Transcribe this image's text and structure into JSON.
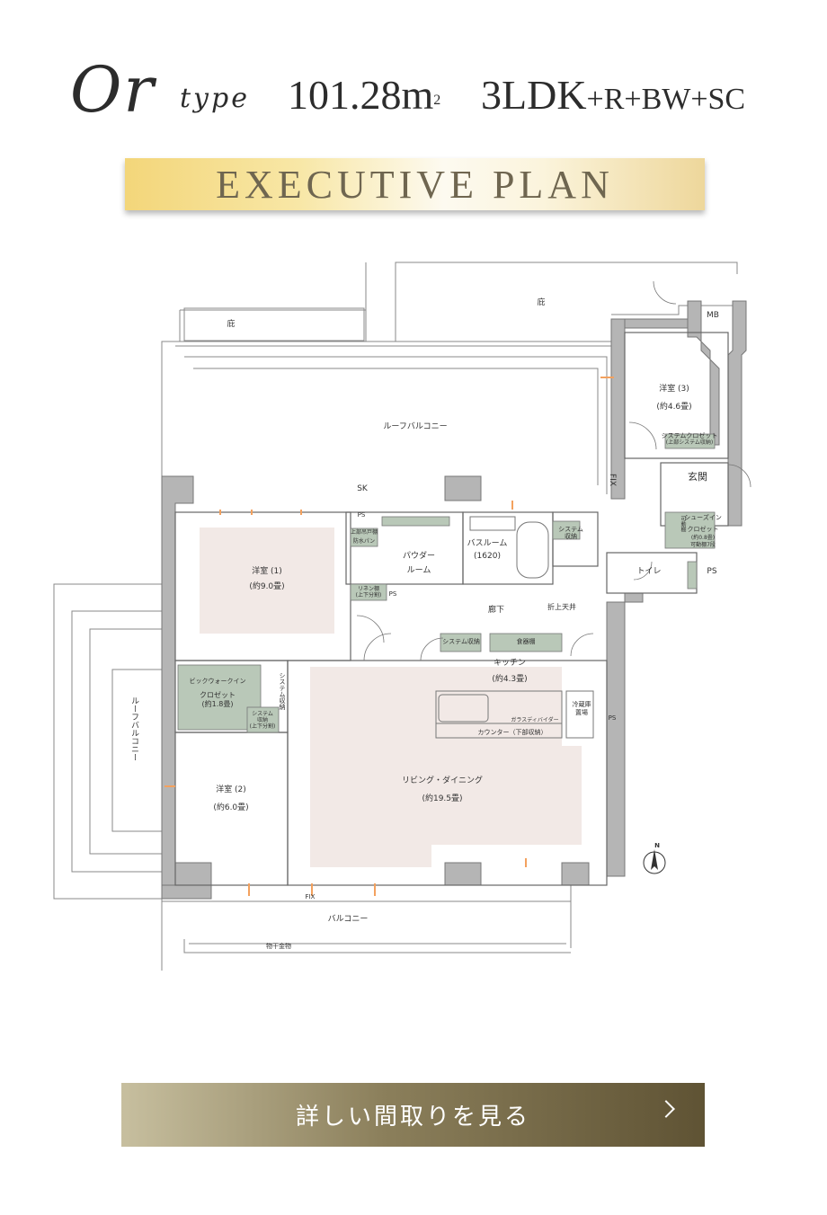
{
  "header": {
    "type_code": "Or",
    "type_word": "type",
    "area": "101.28m",
    "area_sup": "2",
    "layout_main": "3LDK",
    "layout_suffix": "+R+BW+SC"
  },
  "banner": {
    "label": "EXECUTIVE PLAN"
  },
  "floorplan": {
    "hisashi_top_left": "庇",
    "hisashi_top_right": "庇",
    "mb": "MB",
    "roof_balcony_top": "ルーフバルコニー",
    "sk": "SK",
    "fix_vertical": "FIX",
    "room3_name": "洋室 (3)",
    "room3_size": "(約4.6畳)",
    "room3_closet": "システムクロゼット",
    "room3_closet_sub": "(上部システム収納)",
    "entrance": "玄関",
    "shoes_in": "シューズイン",
    "shoes_closet": "クロゼット",
    "shoes_size": "(約0.8畳)",
    "shoes_shelf": "可動棚7段",
    "shoes_movable": "可動棚",
    "toilet": "トイレ",
    "ps1": "PS",
    "ps2": "PS",
    "ps3": "PS",
    "ps4": "PS",
    "room1_name": "洋室 (1)",
    "room1_size": "(約9.0畳)",
    "upper_shelf": "上部吊戸棚",
    "waterproof_pan": "防水パン",
    "powder_room": "パウダー",
    "powder_room2": "ルーム",
    "linen_shelf": "リネン棚",
    "linen_shelf_sub": "(上下分割)",
    "bathroom": "バスルーム",
    "bathroom_size": "(1620)",
    "system_storage_bath": "システム",
    "system_storage_bath2": "収納",
    "hallway": "廊下",
    "folded_ceiling": "折上天井",
    "system_storage_hall": "システム収納",
    "cupboard": "食器棚",
    "kitchen": "キッチン",
    "kitchen_size": "(約4.3畳)",
    "fridge": "冷蔵庫",
    "fridge2": "置場",
    "glass_divider": "ガラスディバイダー",
    "counter": "カウンター（下部収納）",
    "wic": "ビックウォークイン",
    "wic_closet": "クロゼット",
    "wic_size": "(約1.8畳)",
    "system_storage_v": "システム収納",
    "system_storage_w": "システム",
    "system_storage_w2": "収納",
    "system_storage_w3": "(上下分割)",
    "roof_balcony_left": "ルーフバルコニー",
    "room2_name": "洋室 (2)",
    "room2_size": "(約6.0畳)",
    "living_dining": "リビング・ダイニング",
    "living_size": "(約19.5畳)",
    "fix_bottom": "FIX",
    "balcony": "バルコニー",
    "laundry": "物干金物",
    "north": "N"
  },
  "cta": {
    "label": "詳しい間取りを見る"
  },
  "colors": {
    "wall": "#b5b5b5",
    "room_fill": "#f2e9e6",
    "storage_fill": "#b9c8b8",
    "cta_dark": "#5f5334",
    "cta_light": "#c7bf9f",
    "banner_gold": "#f3d67a"
  }
}
